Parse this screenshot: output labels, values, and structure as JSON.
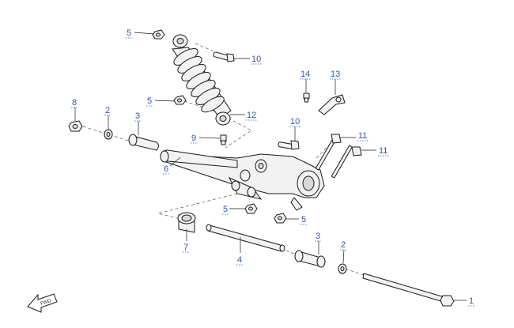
{
  "diagram": {
    "callouts": [
      {
        "id": "c5a",
        "label": "5"
      },
      {
        "id": "c10a",
        "label": "10"
      },
      {
        "id": "c5b",
        "label": "5"
      },
      {
        "id": "c12",
        "label": "12"
      },
      {
        "id": "c14",
        "label": "14"
      },
      {
        "id": "c13",
        "label": "13"
      },
      {
        "id": "c8",
        "label": "8"
      },
      {
        "id": "c2a",
        "label": "2"
      },
      {
        "id": "c3a",
        "label": "3"
      },
      {
        "id": "c9",
        "label": "9"
      },
      {
        "id": "c10b",
        "label": "10"
      },
      {
        "id": "c11a",
        "label": "11"
      },
      {
        "id": "c11b",
        "label": "11"
      },
      {
        "id": "c6",
        "label": "6"
      },
      {
        "id": "c5c",
        "label": "5"
      },
      {
        "id": "c5d",
        "label": "5"
      },
      {
        "id": "c7",
        "label": "7"
      },
      {
        "id": "c4",
        "label": "4"
      },
      {
        "id": "c3b",
        "label": "3"
      },
      {
        "id": "c2b",
        "label": "2"
      },
      {
        "id": "c1",
        "label": "1"
      }
    ],
    "fwd_badge": "FWD"
  }
}
